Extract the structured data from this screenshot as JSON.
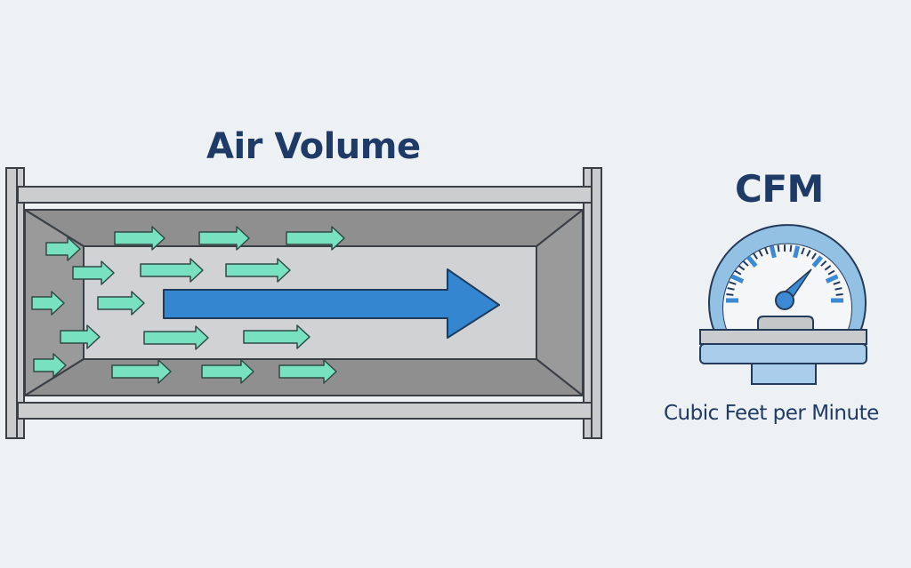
{
  "diagram": {
    "duct_title": "Air Volume",
    "gauge_title": "CFM",
    "gauge_subtitle": "Cubic Feet per Minute"
  },
  "colors": {
    "background": "#eef1f3",
    "title_text": "#1e3a66",
    "duct_frame": "#c9cbcd",
    "duct_outer_dark": "#8e8e8e",
    "duct_inner_light": "#cfd1d3",
    "small_arrow_fill": "#78e2c0",
    "main_arrow_fill": "#3586d1",
    "gauge_blue": "#93c1e3",
    "gauge_needle": "#3b8ad3",
    "outline": "#2e3e4e"
  },
  "icons": {
    "flow_arrows": "small-airflow-arrow",
    "main_flow": "main-airflow-arrow",
    "meter": "gauge-icon"
  }
}
